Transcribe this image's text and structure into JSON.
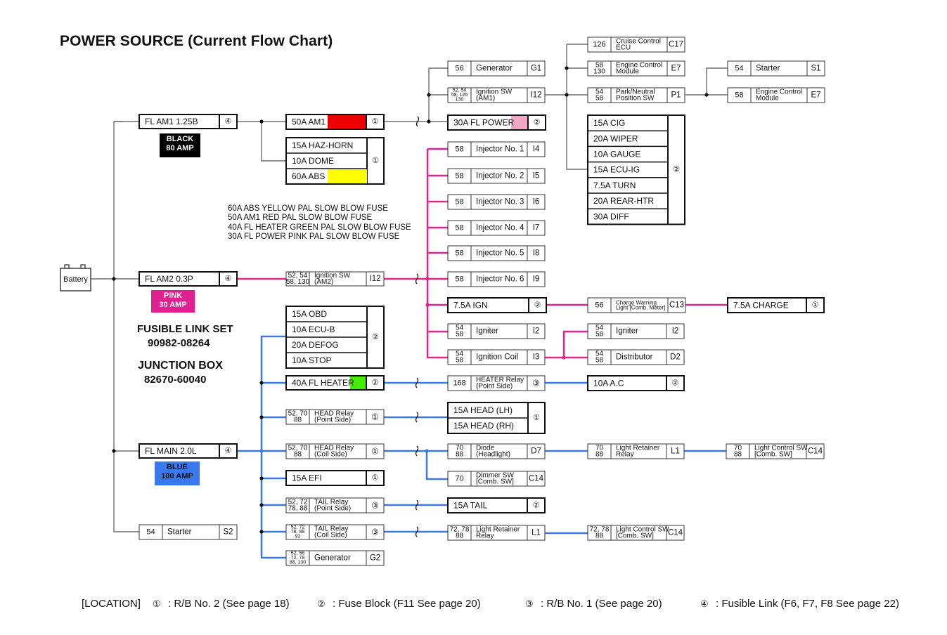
{
  "title": "POWER SOURCE (Current Flow Chart)",
  "colors": {
    "black_wire": "#555555",
    "pink_wire": "#e0258f",
    "blue_wire": "#3a78e6",
    "am1_fuse": "#ee0000",
    "abs_fuse": "#ffff00",
    "fl_power_fuse": "#f2a6c3",
    "fl_heater_fuse": "#44ee00",
    "black_badge": "#000000",
    "pink_badge": "#e02090",
    "blue_badge": "#3a78ee"
  },
  "battery": {
    "label": "Battery"
  },
  "fusible_links": [
    {
      "id": "fl_am1",
      "label": "FL AM1 1.25B",
      "loc": "④",
      "badge": [
        "BLACK",
        "80 AMP"
      ]
    },
    {
      "id": "fl_am2",
      "label": "FL AM2 0.3P",
      "loc": "④",
      "badge": [
        "PINK",
        "30 AMP"
      ]
    },
    {
      "id": "fl_main",
      "label": "FL MAIN 2.0L",
      "loc": "④",
      "badge": [
        "BLUE",
        "100 AMP"
      ]
    }
  ],
  "part_numbers": {
    "fusible_link_set_label": "FUSIBLE LINK SET",
    "fusible_link_set_number": "90982-08264",
    "junction_box_label": "JUNCTION BOX",
    "junction_box_number": "82670-60040"
  },
  "fuse_notes": [
    "60A ABS YELLOW PAL SLOW BLOW FUSE",
    "50A AM1 RED PAL SLOW BLOW FUSE",
    "40A FL HEATER GREEN PAL SLOW BLOW FUSE",
    "30A FL POWER PINK PAL SLOW BLOW FUSE"
  ],
  "fuses": {
    "am1": {
      "label": "50A AM1",
      "loc": "①"
    },
    "am1_group": {
      "items": [
        "15A HAZ-HORN",
        "10A DOME",
        "60A ABS"
      ],
      "loc": "①"
    },
    "fl_power": {
      "label": "30A FL POWER",
      "loc": "②"
    },
    "ig_group": {
      "items": [
        "15A CIG",
        "20A WIPER",
        "10A GAUGE",
        "15A ECU-IG",
        "7.5A TURN",
        "20A REAR-HTR",
        "30A DIFF"
      ],
      "loc": "②"
    },
    "ign": {
      "label": "7.5A IGN",
      "loc": "②"
    },
    "charge": {
      "label": "7.5A CHARGE",
      "loc": "①"
    },
    "main_group": {
      "items": [
        "15A OBD",
        "10A ECU-B",
        "20A DEFOG",
        "10A STOP"
      ],
      "loc": "②"
    },
    "fl_heater": {
      "label": "40A FL HEATER",
      "loc": "②"
    },
    "ac": {
      "label": "10A A.C",
      "loc": "②"
    },
    "head_group": {
      "items": [
        "15A HEAD (LH)",
        "15A HEAD (RH)"
      ],
      "loc": "①"
    },
    "efi": {
      "label": "15A EFI",
      "loc": "①"
    },
    "tail": {
      "label": "15A TAIL",
      "loc": "②"
    }
  },
  "components": {
    "generator_g1": {
      "pages": "56",
      "name": "Generator",
      "code": "G1"
    },
    "ign_sw_am1": {
      "pages": "52, 54\n58, 126\n130",
      "name": "Ignition SW\n(AM1)",
      "code": "I12"
    },
    "cruise_ecu": {
      "pages": "126",
      "name": "Cruise Control\nECU",
      "code": "C17"
    },
    "ecm_e7_a": {
      "pages": "58\n130",
      "name": "Engine Control\nModule",
      "code": "E7"
    },
    "pn_sw": {
      "pages": "54\n58",
      "name": "Park/Neutral\nPosition SW",
      "code": "P1"
    },
    "starter_s1": {
      "pages": "54",
      "name": "Starter",
      "code": "S1"
    },
    "ecm_e7_b": {
      "pages": "58",
      "name": "Engine Control\nModule",
      "code": "E7"
    },
    "inj1": {
      "pages": "58",
      "name": "Injector No. 1",
      "code": "I4"
    },
    "inj2": {
      "pages": "58",
      "name": "Injector No. 2",
      "code": "I5"
    },
    "inj3": {
      "pages": "58",
      "name": "Injector No. 3",
      "code": "I6"
    },
    "inj4": {
      "pages": "58",
      "name": "Injector No. 4",
      "code": "I7"
    },
    "inj5": {
      "pages": "58",
      "name": "Injector No. 5",
      "code": "I8"
    },
    "inj6": {
      "pages": "58",
      "name": "Injector No. 6",
      "code": "I9"
    },
    "ign_sw_am2": {
      "pages": "52,  54\n58, 130",
      "name": "Ignition SW\n(AM2)",
      "code": "I12"
    },
    "charge_warn": {
      "pages": "56",
      "name": "Charge Warning\nLight [Comb. Meter]",
      "code": "C13"
    },
    "igniter_a": {
      "pages": "54\n58",
      "name": "Igniter",
      "code": "I2"
    },
    "ign_coil": {
      "pages": "54\n58",
      "name": "Ignition Coil",
      "code": "I3"
    },
    "igniter_b": {
      "pages": "54\n58",
      "name": "Igniter",
      "code": "I2"
    },
    "distributor": {
      "pages": "54\n58",
      "name": "Distributor",
      "code": "D2"
    },
    "heater_relay": {
      "pages": "168",
      "name": "HEATER Relay\n(Point Side)",
      "code": "③"
    },
    "head_relay_point": {
      "pages": "52, 70\n88",
      "name": "HEAD Relay\n(Point Side)",
      "code": "①"
    },
    "head_relay_coil": {
      "pages": "52, 70\n88",
      "name": "HEAD Relay\n(Coil Side)",
      "code": "①"
    },
    "diode": {
      "pages": "70\n88",
      "name": "Diode\n(Headlight)",
      "code": "D7"
    },
    "dimmer_sw": {
      "pages": "70",
      "name": "Dimmer SW\n[Comb. SW]",
      "code": "C14"
    },
    "light_ret_a": {
      "pages": "70\n88",
      "name": "Light Retainer\nRelay",
      "code": "L1"
    },
    "light_ctrl_a": {
      "pages": "70\n88",
      "name": "Light Control SW\n[Comb. SW]",
      "code": "C14"
    },
    "tail_relay_point": {
      "pages": "52, 72\n78, 88",
      "name": "TAIL Relay\n(Point Side)",
      "code": "③"
    },
    "tail_relay_coil": {
      "pages": "52, 72\n78, 88\n92",
      "name": "TAIL Relay\n(Coil Side)",
      "code": "③"
    },
    "light_ret_b": {
      "pages": "72, 78\n88",
      "name": "Light Retainer\nRelay",
      "code": "L1"
    },
    "light_ctrl_b": {
      "pages": "72, 78\n88",
      "name": "Light Control SW\n[Comb. SW]",
      "code": "C14"
    },
    "generator_g2": {
      "pages": "52,  56\n72,  78\n88, 130",
      "name": "Generator",
      "code": "G2"
    },
    "starter_s2": {
      "pages": "54",
      "name": "Starter",
      "code": "S2"
    }
  },
  "legend": {
    "prefix": "[LOCATION]",
    "items": [
      {
        "symbol": "①",
        "text": ":  R/B No. 2 (See page 18)"
      },
      {
        "symbol": "②",
        "text": ":  Fuse Block (F11 See page 20)"
      },
      {
        "symbol": "③",
        "text": ":  R/B No. 1 (See page 20)"
      },
      {
        "symbol": "④",
        "text": ":  Fusible Link (F6, F7, F8 See page 22)"
      }
    ]
  }
}
